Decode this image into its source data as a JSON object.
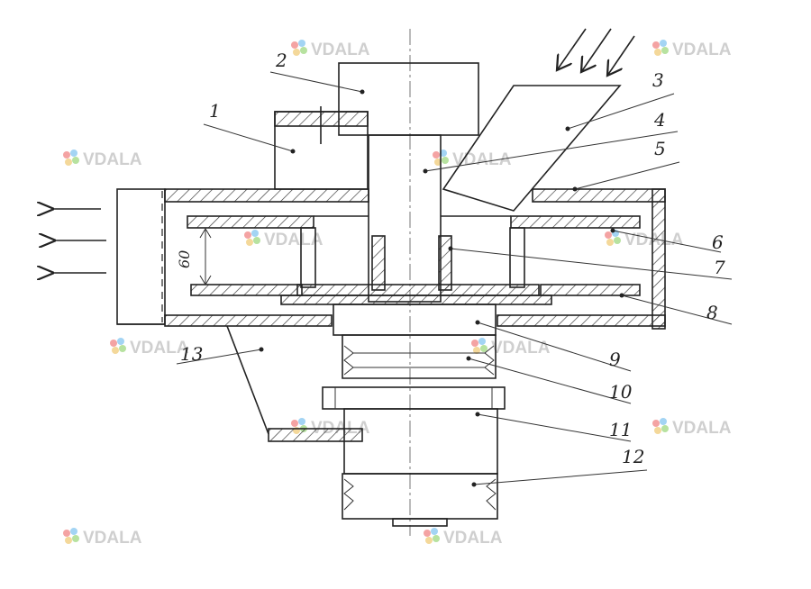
{
  "watermark": {
    "text": "VDALA",
    "colors": [
      "#f4a3a3",
      "#a3d4f4",
      "#b7e2a0",
      "#f4d89a"
    ]
  },
  "dimension": {
    "text": "60"
  },
  "labels": {
    "l1": "1",
    "l2": "2",
    "l3": "3",
    "l4": "4",
    "l5": "5",
    "l6": "6",
    "l7": "7",
    "l8": "8",
    "l9": "9",
    "l10": "10",
    "l11": "11",
    "l12": "12",
    "l13": "13"
  }
}
